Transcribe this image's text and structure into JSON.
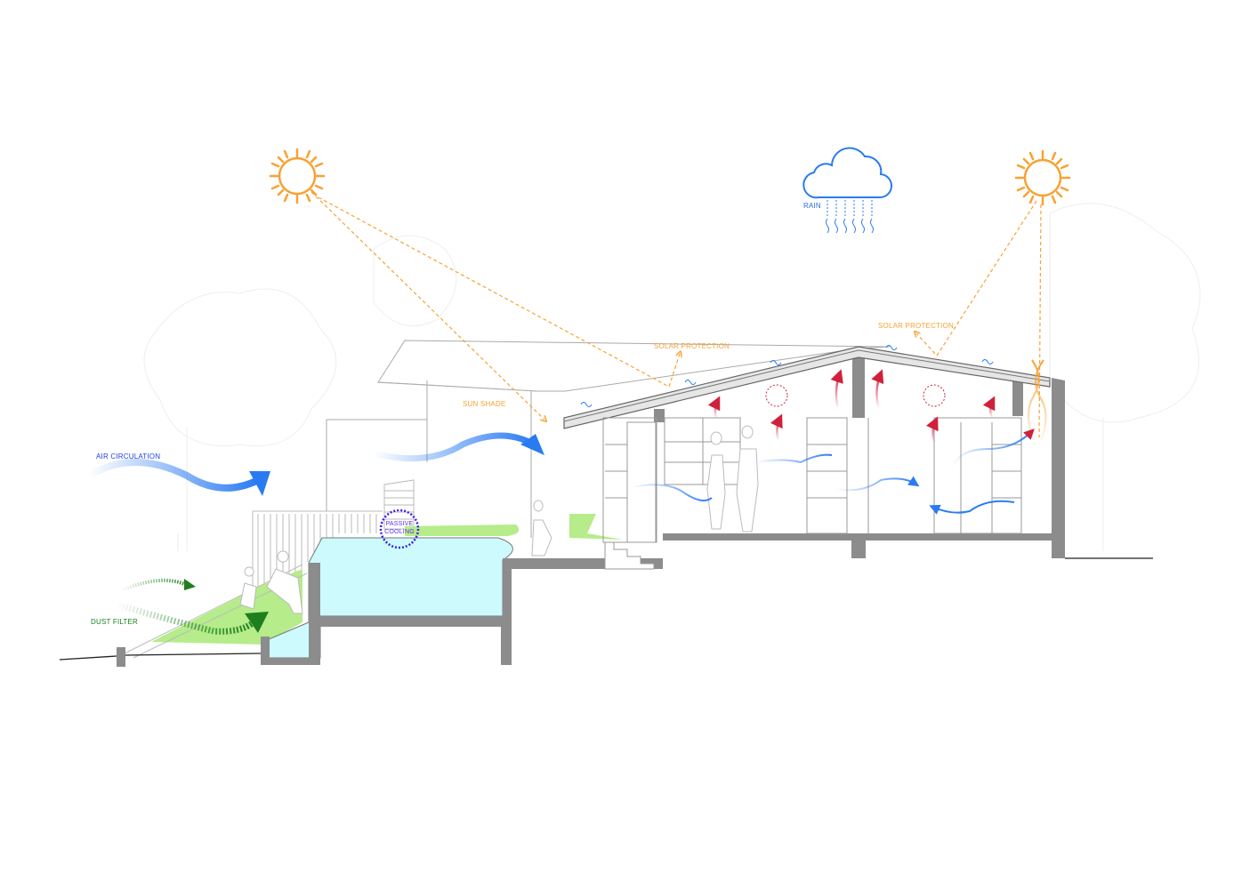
{
  "labels": {
    "air_circulation": "AIR CIRCULATION",
    "dust_filter": "DUST FILTER",
    "passive_cooling_line1": "PASSIVE",
    "passive_cooling_line2": "COOLING",
    "sun_shade": "SUN SHADE",
    "solar_protection_left": "SOLAR PROTECTION",
    "solar_protection_right": "SOLAR PROTECTION",
    "rain": "RAIN"
  },
  "colors": {
    "sun": "#f7a233",
    "air": "#2a7bf2",
    "heat": "#d0203a",
    "dust": "#1e7f1e",
    "grass": "#b6ec8a",
    "water": "#cdfbfd",
    "structure": "#8c8c8c",
    "cooling": "#4a2ff0"
  },
  "icons": [
    "sun-icon",
    "rain-cloud-icon"
  ]
}
